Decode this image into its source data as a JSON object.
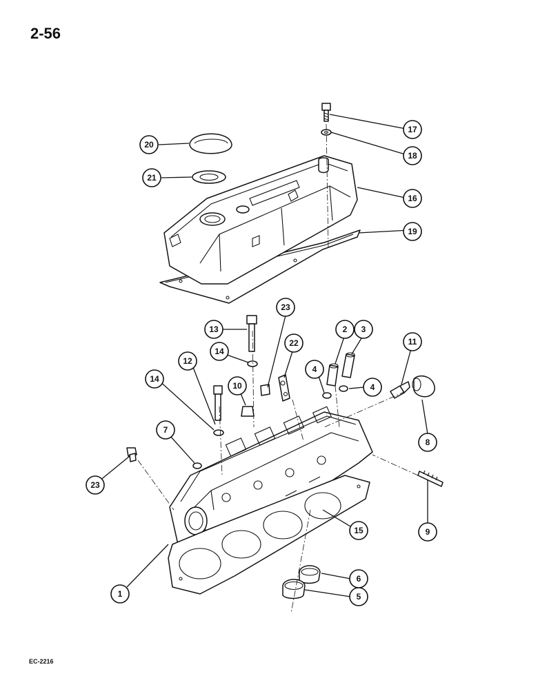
{
  "page": {
    "page_number": "2-56",
    "doc_code": "EC-2216"
  },
  "callouts": [
    {
      "id": "1",
      "label": "1"
    },
    {
      "id": "2",
      "label": "2"
    },
    {
      "id": "3",
      "label": "3"
    },
    {
      "id": "4a",
      "label": "4"
    },
    {
      "id": "4b",
      "label": "4"
    },
    {
      "id": "5",
      "label": "5"
    },
    {
      "id": "6",
      "label": "6"
    },
    {
      "id": "7",
      "label": "7"
    },
    {
      "id": "8",
      "label": "8"
    },
    {
      "id": "9",
      "label": "9"
    },
    {
      "id": "10",
      "label": "10"
    },
    {
      "id": "11",
      "label": "11"
    },
    {
      "id": "12",
      "label": "12"
    },
    {
      "id": "13",
      "label": "13"
    },
    {
      "id": "14a",
      "label": "14"
    },
    {
      "id": "14b",
      "label": "14"
    },
    {
      "id": "15",
      "label": "15"
    },
    {
      "id": "16",
      "label": "16"
    },
    {
      "id": "17",
      "label": "17"
    },
    {
      "id": "18",
      "label": "18"
    },
    {
      "id": "19",
      "label": "19"
    },
    {
      "id": "20",
      "label": "20"
    },
    {
      "id": "21",
      "label": "21"
    },
    {
      "id": "22",
      "label": "22"
    },
    {
      "id": "23a",
      "label": "23"
    },
    {
      "id": "23b",
      "label": "23"
    }
  ]
}
